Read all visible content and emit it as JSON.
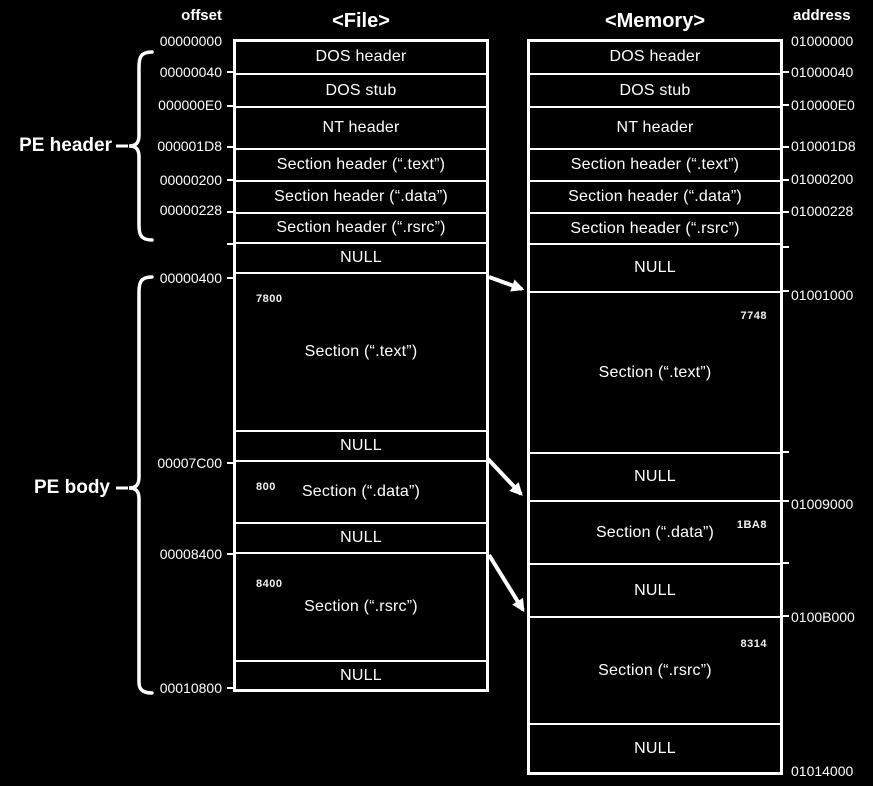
{
  "offset_column": {
    "header": "offset",
    "values": [
      "00000000",
      "00000040",
      "000000E0",
      "000001D8",
      "00000200",
      "00000228",
      "00000400",
      "00007C00",
      "00008400",
      "00010800"
    ]
  },
  "address_column": {
    "header": "address",
    "values": [
      "01000000",
      "01000040",
      "010000E0",
      "010001D8",
      "01000200",
      "01000228",
      "01001000",
      "01009000",
      "0100B000",
      "01014000"
    ]
  },
  "file_column": {
    "title": "<File>",
    "rows": [
      {
        "label": "DOS header"
      },
      {
        "label": "DOS stub"
      },
      {
        "label": "NT header"
      },
      {
        "label": "Section header (“.text”)"
      },
      {
        "label": "Section header (“.data”)"
      },
      {
        "label": "Section header (“.rsrc”)"
      },
      {
        "label": "NULL"
      },
      {
        "label": "Section (“.text”)",
        "size": "7800"
      },
      {
        "label": "NULL"
      },
      {
        "label": "Section (“.data”)",
        "size": "800"
      },
      {
        "label": "NULL"
      },
      {
        "label": "Section (“.rsrc”)",
        "size": "8400"
      },
      {
        "label": "NULL"
      }
    ]
  },
  "memory_column": {
    "title": "<Memory>",
    "rows": [
      {
        "label": "DOS header"
      },
      {
        "label": "DOS stub"
      },
      {
        "label": "NT header"
      },
      {
        "label": "Section header (“.text”)"
      },
      {
        "label": "Section header (“.data”)"
      },
      {
        "label": "Section header (“.rsrc”)"
      },
      {
        "label": "NULL"
      },
      {
        "label": "Section (“.text”)",
        "size": "7748"
      },
      {
        "label": "NULL"
      },
      {
        "label": "Section (“.data”)",
        "size": "1BA8"
      },
      {
        "label": "NULL"
      },
      {
        "label": "Section (“.rsrc”)",
        "size": "8314"
      },
      {
        "label": "NULL"
      }
    ]
  },
  "annotations": {
    "pe_header": "PE header",
    "pe_body": "PE body"
  },
  "colors": {
    "background": "#000000",
    "foreground": "#ffffff"
  }
}
